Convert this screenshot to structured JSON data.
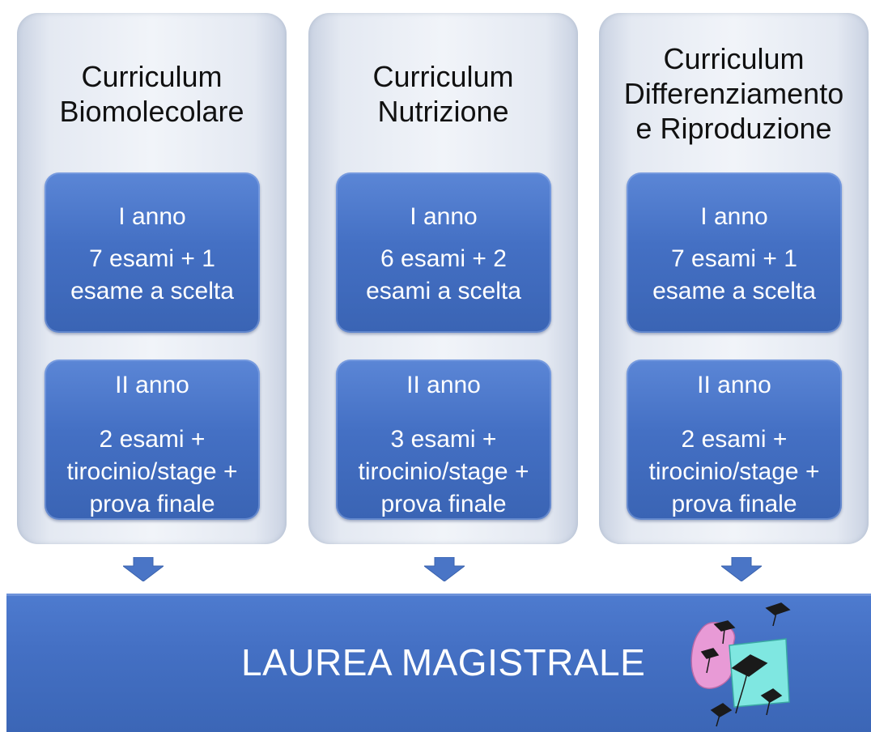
{
  "columns": [
    {
      "title_lines": [
        "Curriculum",
        "Biomolecolare"
      ],
      "year1": {
        "label": "I anno",
        "lines": [
          "7 esami + 1",
          "esame a scelta"
        ]
      },
      "year2": {
        "label": "II anno",
        "lines": [
          "2 esami +",
          "tirocinio/stage +",
          "prova finale"
        ]
      }
    },
    {
      "title_lines": [
        "Curriculum",
        "Nutrizione"
      ],
      "year1": {
        "label": "I anno",
        "lines": [
          "6 esami + 2",
          "esami a scelta"
        ]
      },
      "year2": {
        "label": "II anno",
        "lines": [
          "3 esami +",
          "tirocinio/stage +",
          "prova finale"
        ]
      }
    },
    {
      "title_lines": [
        "Curriculum",
        "Differenziamento",
        "e Riproduzione"
      ],
      "year1": {
        "label": "I anno",
        "lines": [
          "7 esami + 1",
          "esame a scelta"
        ]
      },
      "year2": {
        "label": "II anno",
        "lines": [
          "2 esami +",
          "tirocinio/stage +",
          "prova finale"
        ]
      }
    }
  ],
  "footer": {
    "title": "LAUREA MAGISTRALE",
    "clipart_icon": "graduation-caps-icon"
  },
  "colors": {
    "box_blue": "#4472c4",
    "column_bg": "#e4e9f2",
    "arrow_blue": "#4a75c6"
  }
}
